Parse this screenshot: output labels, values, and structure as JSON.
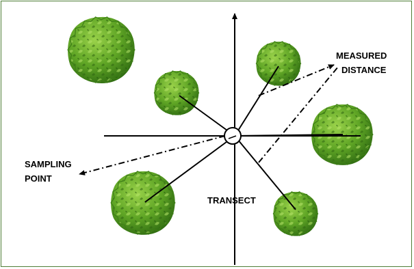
{
  "labels": {
    "measured": "MEASURED",
    "distance": "DISTANCE",
    "sampling": "SAMPLING",
    "point": "POINT",
    "transect": "TRANSECT"
  },
  "colors": {
    "frame": "#4e7d35",
    "shrub_dark": "#2f6b12",
    "shrub_mid": "#5fa525",
    "shrub_light": "#9ad24a",
    "line": "#000000"
  },
  "icons": {
    "shrub": "shrub-icon",
    "sampling_point": "sampling-point-circle",
    "arrow": "arrow-head-icon"
  }
}
